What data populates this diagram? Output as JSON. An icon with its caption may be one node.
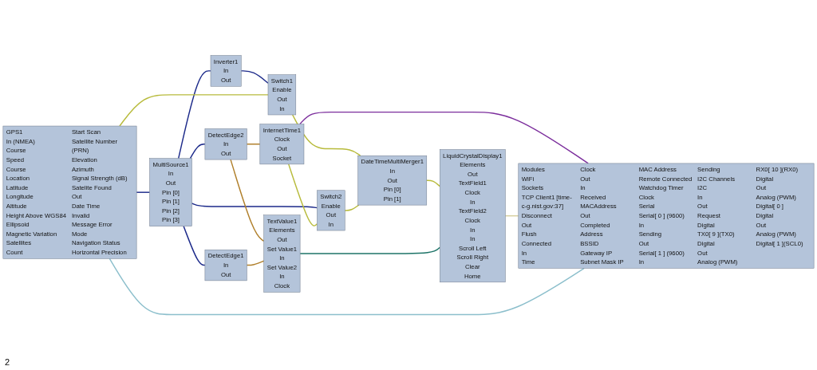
{
  "diagram": {
    "nodes": [
      {
        "text": [
          "GPS1",
          "In (NMEA)",
          "Course",
          "Speed",
          "Course",
          "Location",
          "Latitude",
          "Longitude",
          "Altitude",
          "Height Above WGS84 Ellipsoid",
          "Magnetic Variation",
          "Satellites",
          "Count",
          "Start Scan",
          "Satellite Number (PRN)",
          "Elevation",
          "Azimuth",
          "Signal Strength (dB)",
          "Satelite Found",
          "Out",
          "Date Time",
          "Invalid",
          "Message Error",
          "Mode",
          "Navigation Status",
          "Horizontal Precision"
        ]
      },
      {
        "text": [
          "MultiSource1",
          "In",
          "Out",
          "Pin [0]",
          "Pin [1]",
          "Pin [2]",
          "Pin [3]"
        ]
      },
      {
        "text": [
          "Inverter1",
          "In",
          "Out"
        ]
      },
      {
        "text": [
          "Switch1",
          "Enable",
          "Out",
          "In"
        ]
      },
      {
        "text": [
          "Switch2",
          "Enable",
          "Out",
          "In"
        ]
      },
      {
        "text": [
          "DetectEdge2",
          "In",
          "Out"
        ]
      },
      {
        "text": [
          "DetectEdge1",
          "In",
          "Out"
        ]
      },
      {
        "text": [
          "DateTimeMultiMerger1",
          "In",
          "Out",
          "Pin [0]",
          "Pin [1]"
        ]
      },
      {
        "text": [
          "TextValue1",
          "Elements",
          "Out",
          "Set Value1",
          "In",
          "Set Value2",
          "In",
          "Clock"
        ]
      },
      {
        "text": [
          "InternetTime1",
          "Clock",
          "Out",
          "Socket"
        ]
      },
      {
        "text": [
          "LiquidCrystalDisplay1",
          "Elements",
          "Out",
          "TextField1",
          "Clock",
          "In",
          "TextField2",
          "Clock",
          "In",
          "In",
          "Scroll Left",
          "Scroll Right",
          "Clear",
          "Home"
        ]
      },
      {
        "text": [
          "Modules",
          "WiFi",
          "Sockets",
          "TCP Client1 [time-c-g.nist.gov:37]",
          "Disconnect",
          "Out",
          "Flush",
          "Connected",
          "In",
          "Time",
          "Clock",
          "Out",
          "In",
          "Received",
          "MACAddress",
          "Out",
          "Completed",
          "Address",
          "BSSID",
          "Gateway IP",
          "Subnet Mask IP",
          "MAC Address",
          "Remote Connected",
          "Watchdog Timer",
          "Clock",
          "Serial",
          "Serial[ 0 ] (9600)",
          "In",
          "Sending",
          "Out",
          "Serial[ 1 ] (9600)",
          "In",
          "Sending",
          "I2C Channels",
          "I2C",
          "In",
          "Out",
          "Request",
          "Digital",
          "TX0[ 9 ](TX0)",
          "Digital",
          "Out",
          "Analog (PWM)",
          "RX0[ 10 ](RX0)",
          "Digital",
          "Out",
          "Analog (PWM)",
          "Digital[ 0 ]",
          "Digital",
          "Out",
          "Analog (PWM)",
          "Digital[ 1 ](SCL0)"
        ]
      }
    ],
    "edges": [
      {
        "from": 0,
        "to": 1,
        "arrow": "none",
        "color": "#1c2a8a"
      },
      {
        "from": 1,
        "to": 2,
        "arrow": "none",
        "color": "#1c2a8a"
      },
      {
        "from": 2,
        "to": 3,
        "arrow": "none",
        "color": "#1c2a8a"
      },
      {
        "from": 1,
        "to": 4,
        "arrow": "none",
        "color": "#1c2a8a"
      },
      {
        "from": 1,
        "to": 5,
        "arrow": "none",
        "color": "#1c2a8a"
      },
      {
        "from": 1,
        "to": 6,
        "arrow": "none",
        "color": "#1c2a8a"
      },
      {
        "from": 0,
        "to": 3,
        "arrow": "none",
        "color": "#b8bb3c"
      },
      {
        "from": 3,
        "to": 7,
        "arrow": "none",
        "color": "#b8bb3c"
      },
      {
        "from": 4,
        "to": 7,
        "arrow": "none",
        "color": "#b8bb3c"
      },
      {
        "from": 7,
        "to": 10,
        "arrow": "none",
        "color": "#b8bb3c"
      },
      {
        "from": 9,
        "to": 4,
        "arrow": "none",
        "color": "#b8bb3c"
      },
      {
        "from": 5,
        "to": 8,
        "arrow": "none",
        "color": "#b07f2a"
      },
      {
        "from": 5,
        "to": 9,
        "arrow": "none",
        "color": "#b07f2a"
      },
      {
        "from": 6,
        "to": 8,
        "arrow": "none",
        "color": "#b07f2a"
      },
      {
        "from": 8,
        "to": 10,
        "arrow": "none",
        "color": "#1e7468"
      },
      {
        "from": 9,
        "to": 11,
        "arrow": "none",
        "color": "#7b2d9c"
      },
      {
        "from": 10,
        "to": 11,
        "arrow": "none",
        "color": "#d6cf9e"
      },
      {
        "from": 0,
        "to": 11,
        "arrow": "none",
        "color": "#8cbfcc"
      }
    ],
    "labels": [
      "2"
    ]
  }
}
